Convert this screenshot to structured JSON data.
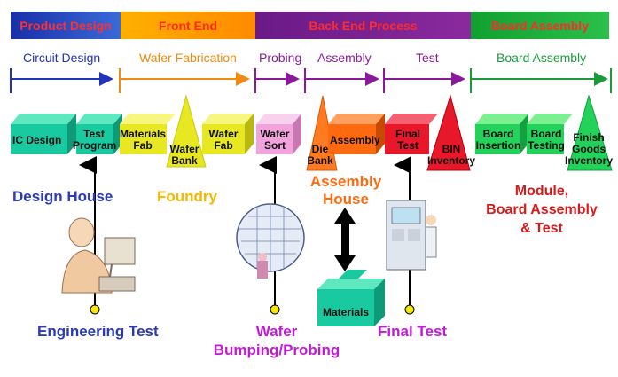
{
  "phases": [
    {
      "label": "Product Design",
      "color": "#1e3fbf"
    },
    {
      "label": "Front End",
      "color": "#f5a800"
    },
    {
      "label": "Back End Process",
      "color": "#7a1a8c"
    },
    {
      "label": "Board Assembly",
      "color": "#15a83a"
    }
  ],
  "stages": [
    {
      "label": "Circuit Design",
      "color": "#2233bb"
    },
    {
      "label": "Wafer Fabrication",
      "color": "#f08a10"
    },
    {
      "label": "Probing",
      "color": "#8a1a9a"
    },
    {
      "label": "Assembly",
      "color": "#8a1a9a"
    },
    {
      "label": "Test",
      "color": "#8a1a9a"
    },
    {
      "label": "Board Assembly",
      "color": "#1a9a3a"
    }
  ],
  "blocks": {
    "ic_design": "IC Design",
    "test_program": [
      "Test",
      "Program"
    ],
    "materials_fab": [
      "Materials",
      "Fab"
    ],
    "wafer_bank": [
      "Wafer",
      "Bank"
    ],
    "wafer_fab": [
      "Wafer",
      "Fab"
    ],
    "wafer_sort": [
      "Wafer",
      "Sort"
    ],
    "die_bank": [
      "Die",
      "Bank"
    ],
    "assembly": "Assembly",
    "final_test": [
      "Final",
      "Test"
    ],
    "bin_inventory": [
      "BIN",
      "Inventory"
    ],
    "board_insertion": [
      "Board",
      "Insertion"
    ],
    "board_testing": [
      "Board",
      "Testing"
    ],
    "finish_goods": [
      "Finish",
      "Goods",
      "Inventory"
    ],
    "materials": "Materials"
  },
  "parties": {
    "design_house": "Design House",
    "foundry": "Foundry",
    "assembly_house": [
      "Assembly",
      "House"
    ],
    "module": [
      "Module,",
      "Board Assembly",
      "& Test"
    ]
  },
  "tests": {
    "engineering": "Engineering Test",
    "wafer_bumping": [
      "Wafer",
      "Bumping/Probing"
    ],
    "final": "Final Test"
  },
  "colors": {
    "teal": "#19c9a0",
    "yellow": "#e8e822",
    "pink": "#f3a3dc",
    "orange": "#ff6a10",
    "red": "#e8182a",
    "green": "#22d25a",
    "blue_text": "#2a3ab8",
    "yellow_text": "#f5b800",
    "orange_text": "#ff6a10",
    "red_text": "#d81a1a",
    "magenta_text": "#c21ad8"
  }
}
